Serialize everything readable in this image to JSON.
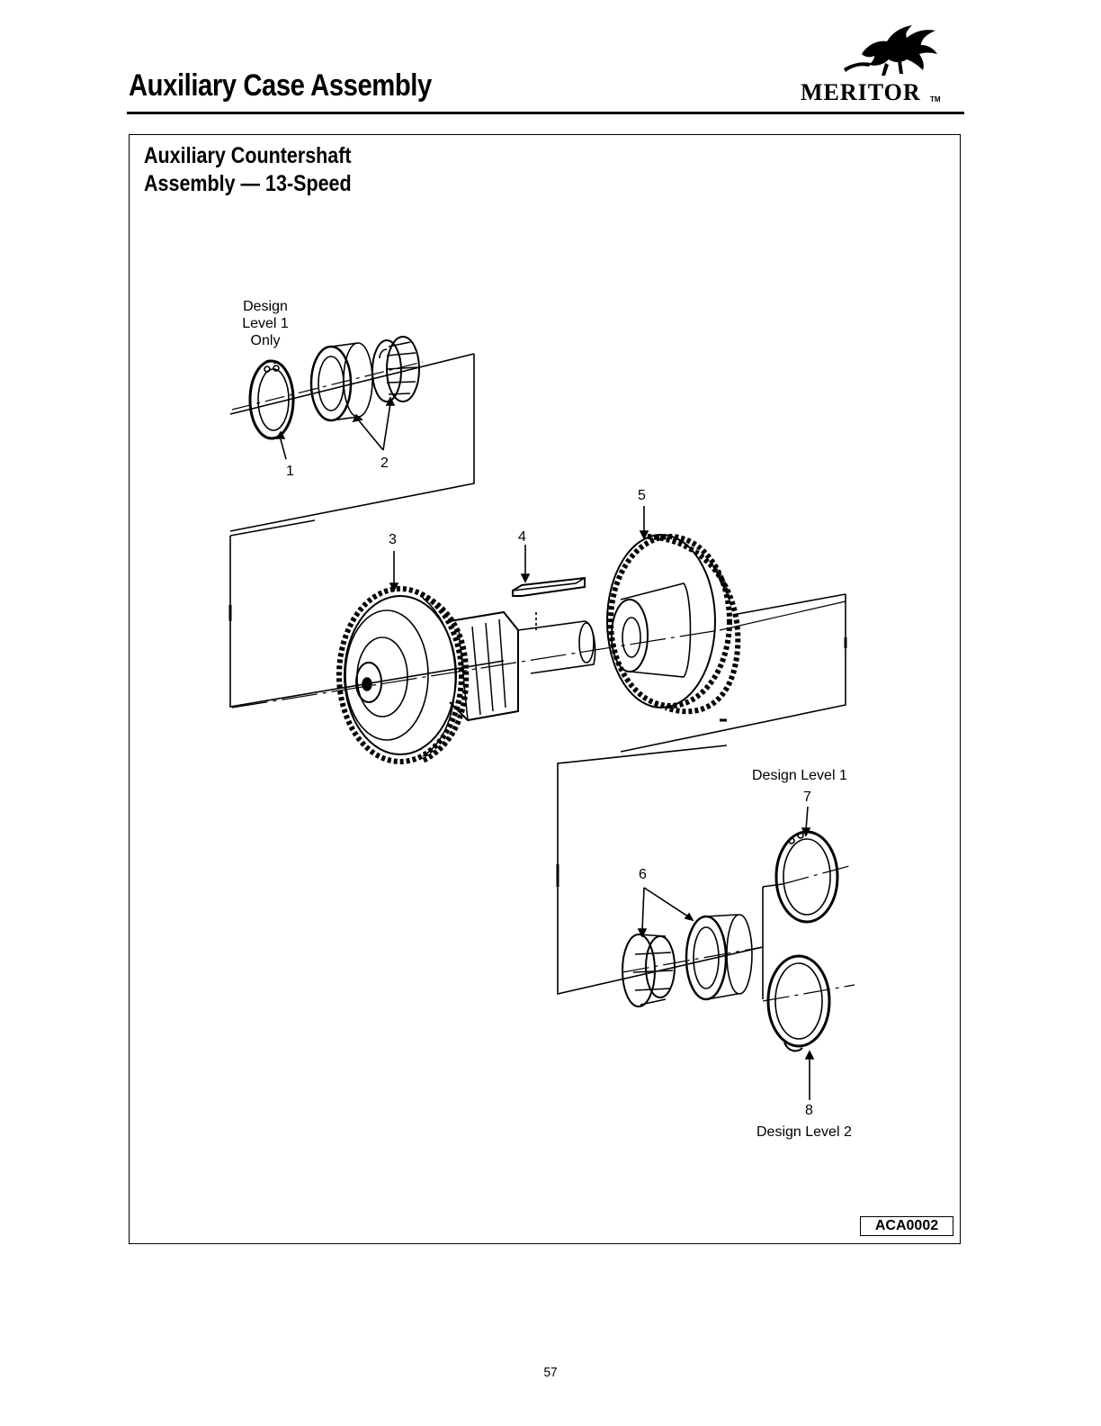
{
  "header": {
    "title": "Auxiliary Case Assembly",
    "brand": "MERITOR",
    "brand_tm": "TM",
    "brand_logo_icon": "bull-logo-icon"
  },
  "figure": {
    "title_line1": "Auxiliary Countershaft",
    "title_line2": "Assembly — 13-Speed",
    "figure_id": "ACA0002",
    "labels": {
      "design_level_1_only": [
        "Design",
        "Level 1",
        "Only"
      ],
      "design_level_1": "Design Level 1",
      "design_level_2": "Design Level 2"
    },
    "callouts": [
      "1",
      "2",
      "3",
      "4",
      "5",
      "6",
      "7",
      "8"
    ]
  },
  "footer": {
    "page_number": "57"
  }
}
